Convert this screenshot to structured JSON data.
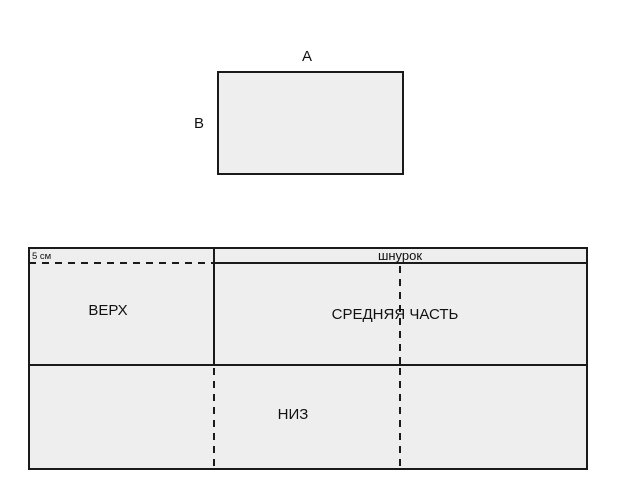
{
  "colors": {
    "fill": "#eeeeee",
    "stroke": "#1a1a1a",
    "background": "#ffffff"
  },
  "top_figure": {
    "label_a": "A",
    "label_b": "B"
  },
  "pattern": {
    "allowance_label": "5 см",
    "cord_label": "шнурок",
    "top_label": "ВЕРХ",
    "middle_label": "СРЕДНЯЯ ЧАСТЬ",
    "bottom_label": "НИЗ"
  }
}
